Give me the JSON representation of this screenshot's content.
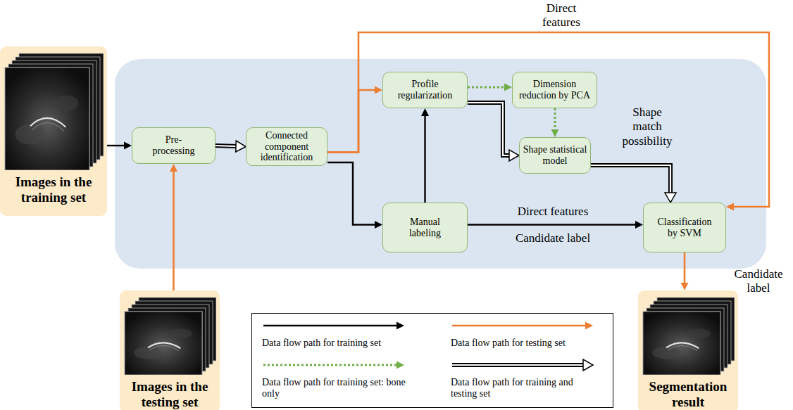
{
  "diagram": {
    "nodes": [
      {
        "text": [
          "Images in the training set"
        ]
      },
      {
        "text": [
          "Pre- processing"
        ]
      },
      {
        "text": [
          "Connected component identification"
        ]
      },
      {
        "text": [
          "Profile regularization"
        ]
      },
      {
        "text": [
          "Dimension reduction by PCA"
        ]
      },
      {
        "text": [
          "Shape statistical model"
        ]
      },
      {
        "text": [
          "Manual labeling"
        ]
      },
      {
        "text": [
          "Classification by SVM"
        ]
      },
      {
        "text": [
          "Images in the testing set"
        ]
      },
      {
        "text": [
          "Segmentation result"
        ]
      }
    ],
    "edges": [
      {
        "from": 0,
        "to": 1,
        "arrow": "to"
      },
      {
        "from": 8,
        "to": 1,
        "arrow": "to"
      },
      {
        "from": 1,
        "to": 2,
        "arrow": "to"
      },
      {
        "from": 2,
        "to": 3,
        "arrow": "to"
      },
      {
        "from": 2,
        "to": 7,
        "arrow": "to",
        "label": "Direct features"
      },
      {
        "from": 2,
        "to": 6,
        "arrow": "to"
      },
      {
        "from": 6,
        "to": 3,
        "arrow": "to"
      },
      {
        "from": 3,
        "to": 4,
        "arrow": "to"
      },
      {
        "from": 4,
        "to": 5,
        "arrow": "to"
      },
      {
        "from": 3,
        "to": 5,
        "arrow": "to"
      },
      {
        "from": 5,
        "to": 7,
        "arrow": "to",
        "label": "Shape match possibility"
      },
      {
        "from": 6,
        "to": 7,
        "arrow": "to",
        "label": "Direct features"
      },
      {
        "from": 7,
        "to": 9,
        "arrow": "to",
        "label": "Candidate label"
      }
    ],
    "labels": [
      "Candidate label"
    ],
    "legend": [
      {
        "text": "Data flow path for training set"
      },
      {
        "text": "Data flow path for testing set"
      },
      {
        "text": "Data flow path for training set: bone only"
      },
      {
        "text": "Data flow path for training and testing set"
      }
    ]
  }
}
